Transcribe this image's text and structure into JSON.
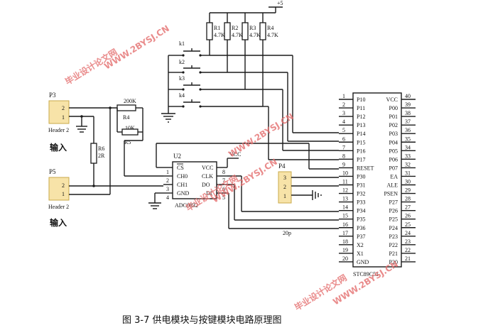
{
  "caption": "图 3-7 供电模块与按键模块电路原理图",
  "power_label": "+5",
  "pullups": [
    {
      "ref": "R1",
      "val": "4.7K"
    },
    {
      "ref": "R2",
      "val": "4.7K"
    },
    {
      "ref": "R3",
      "val": "4.7K"
    },
    {
      "ref": "R4",
      "val": "4.7K"
    }
  ],
  "keys": [
    "k1",
    "k2",
    "k3",
    "k4"
  ],
  "p3": {
    "ref": "P3",
    "pins": [
      "2",
      "1"
    ],
    "name": "Header 2",
    "label": "输入"
  },
  "p5": {
    "ref": "P5",
    "pins": [
      "2",
      "1"
    ],
    "name": "Header 2",
    "label": "输入"
  },
  "r4": {
    "ref": "R4",
    "val": "200K"
  },
  "r5": {
    "ref": "R5",
    "val": "10K"
  },
  "r6": {
    "ref": "R6",
    "val": "2R"
  },
  "u2": {
    "ref": "U2",
    "name": "ADC0832",
    "left_pins": [
      {
        "num": "1",
        "name": "CS"
      },
      {
        "num": "2",
        "name": "CH0"
      },
      {
        "num": "3",
        "name": "CH1"
      },
      {
        "num": "4",
        "name": "GND"
      }
    ],
    "right_pins": [
      {
        "num": "8",
        "name": "VCC"
      },
      {
        "num": "7",
        "name": "CLK"
      },
      {
        "num": "6",
        "name": "DO"
      },
      {
        "num": "5",
        "name": "DI"
      }
    ],
    "vcc_label": "VCC"
  },
  "p4": {
    "ref": "P4",
    "pins": [
      "3",
      "2",
      "1"
    ]
  },
  "cap_label": "20p",
  "mcu": {
    "name": "STC89C51",
    "left_pins": [
      {
        "num": "1",
        "name": "P10"
      },
      {
        "num": "2",
        "name": "P11"
      },
      {
        "num": "3",
        "name": "P12"
      },
      {
        "num": "4",
        "name": "P13"
      },
      {
        "num": "5",
        "name": "P14"
      },
      {
        "num": "6",
        "name": "P15"
      },
      {
        "num": "7",
        "name": "P16"
      },
      {
        "num": "8",
        "name": "P17"
      },
      {
        "num": "9",
        "name": "RESET"
      },
      {
        "num": "10",
        "name": "P30"
      },
      {
        "num": "11",
        "name": "P31"
      },
      {
        "num": "12",
        "name": "P32"
      },
      {
        "num": "13",
        "name": "P33"
      },
      {
        "num": "14",
        "name": "P34"
      },
      {
        "num": "15",
        "name": "P35"
      },
      {
        "num": "16",
        "name": "P36"
      },
      {
        "num": "17",
        "name": "P37"
      },
      {
        "num": "18",
        "name": "X2"
      },
      {
        "num": "19",
        "name": "X1"
      },
      {
        "num": "20",
        "name": "GND"
      }
    ],
    "right_pins": [
      {
        "num": "40",
        "name": "VCC"
      },
      {
        "num": "39",
        "name": "P00"
      },
      {
        "num": "38",
        "name": "P01"
      },
      {
        "num": "37",
        "name": "P02"
      },
      {
        "num": "36",
        "name": "P03"
      },
      {
        "num": "35",
        "name": "P04"
      },
      {
        "num": "34",
        "name": "P05"
      },
      {
        "num": "33",
        "name": "P06"
      },
      {
        "num": "32",
        "name": "P07"
      },
      {
        "num": "31",
        "name": "EA"
      },
      {
        "num": "30",
        "name": "ALE"
      },
      {
        "num": "29",
        "name": "PSEN"
      },
      {
        "num": "28",
        "name": "P27"
      },
      {
        "num": "27",
        "name": "P26"
      },
      {
        "num": "26",
        "name": "P25"
      },
      {
        "num": "25",
        "name": "P24"
      },
      {
        "num": "24",
        "name": "P23"
      },
      {
        "num": "23",
        "name": "P22"
      },
      {
        "num": "22",
        "name": "P21"
      },
      {
        "num": "21",
        "name": "P20"
      }
    ]
  },
  "watermarks": [
    {
      "text": "毕业设计论文网"
    },
    {
      "text": "WWW.2BYSJ.CN"
    },
    {
      "text": "WWW.2BYSJ.CN"
    },
    {
      "text": "毕业设计论文网"
    },
    {
      "text": "WWW.2BYSJ.CN"
    },
    {
      "text": "毕业设计论文网"
    },
    {
      "text": "WWW.2BYSJ.CN"
    }
  ]
}
